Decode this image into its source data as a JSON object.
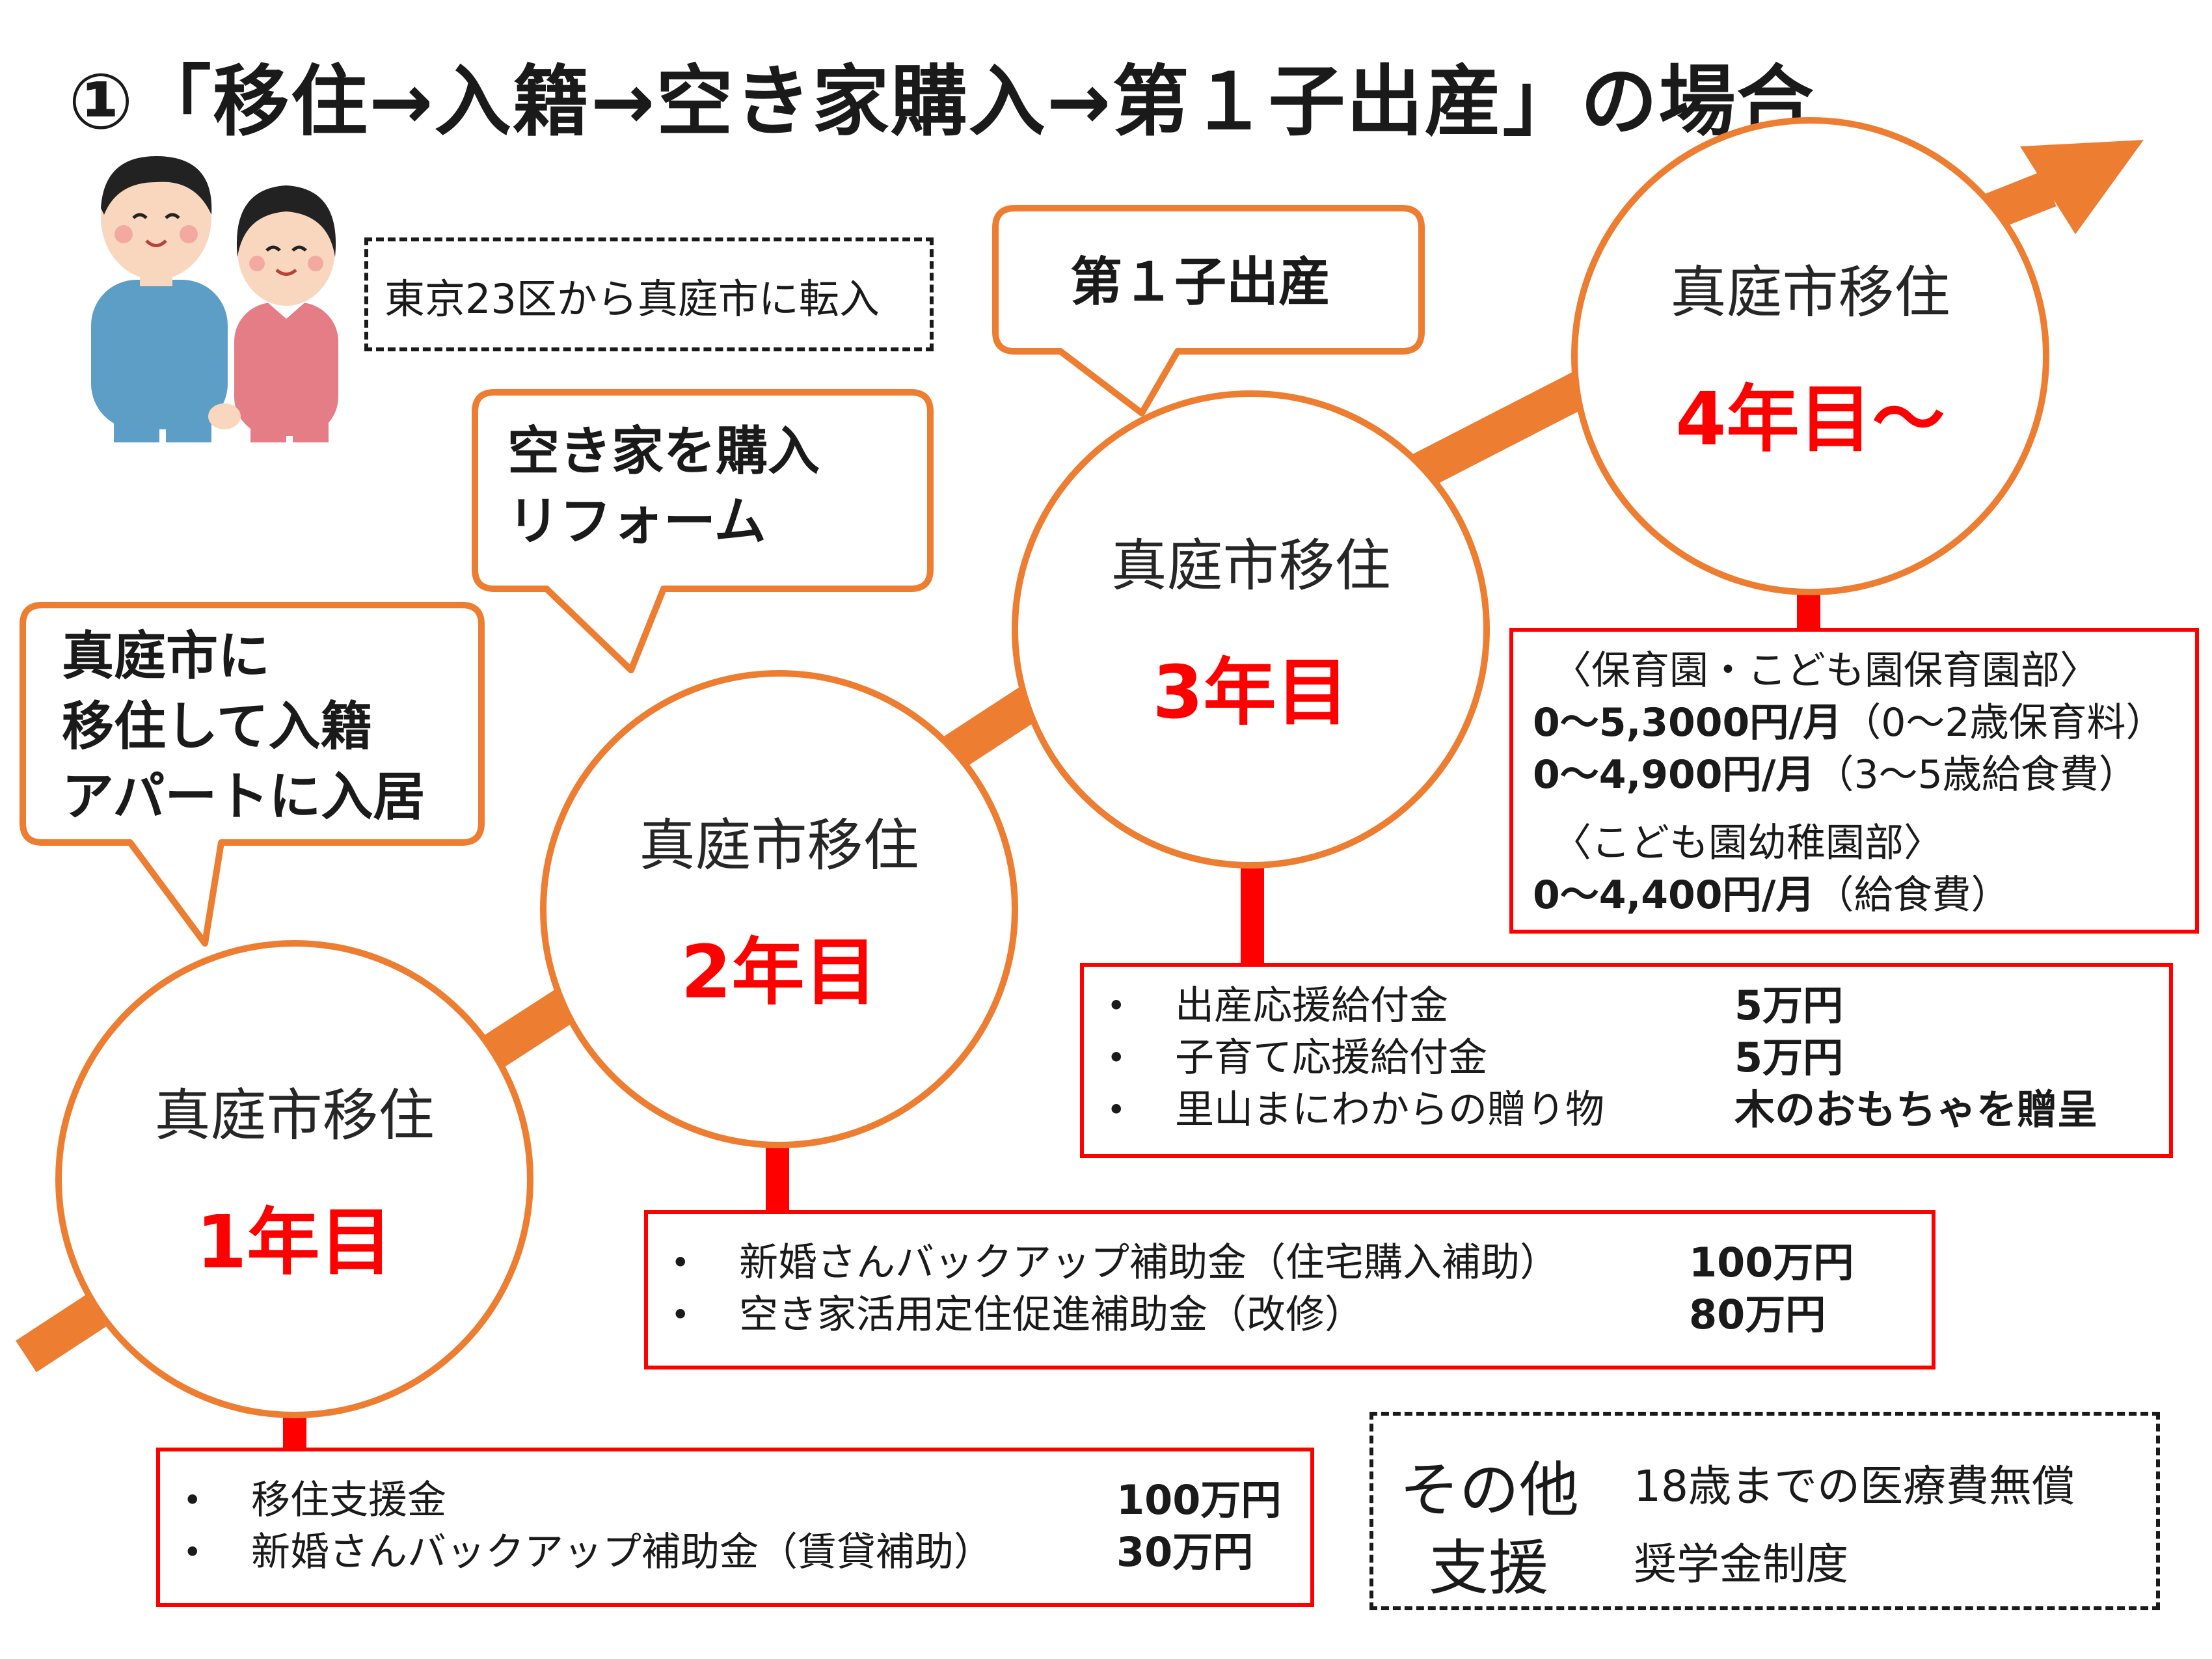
{
  "title": "①「移住→入籍→空き家購入→第１子出産」の場合",
  "transfer_note": "東京23区から真庭市に転入",
  "bubbles": {
    "b1": [
      "真庭市に",
      "移住して入籍",
      "アパートに入居"
    ],
    "b2": [
      "空き家を購入",
      "リフォーム"
    ],
    "b3": [
      "第１子出産"
    ]
  },
  "circles": [
    {
      "location": "真庭市移住",
      "year": "1年目"
    },
    {
      "location": "真庭市移住",
      "year": "2年目"
    },
    {
      "location": "真庭市移住",
      "year": "3年目"
    },
    {
      "location": "真庭市移住",
      "year": "4年目～"
    }
  ],
  "bullet_glyph": "•",
  "year1_support": [
    {
      "label": "移住支援金",
      "amount": "100万円"
    },
    {
      "label": "新婚さんバックアップ補助金（賃貸補助）",
      "amount": "30万円"
    }
  ],
  "year2_support": [
    {
      "label": "新婚さんバックアップ補助金（住宅購入補助）",
      "amount": "100万円"
    },
    {
      "label": "空き家活用定住促進補助金（改修）",
      "amount": "80万円"
    }
  ],
  "year3_support": [
    {
      "label": "出産応援給付金",
      "amount": "5万円"
    },
    {
      "label": "子育て応援給付金",
      "amount": "5万円"
    },
    {
      "label": "里山まにわからの贈り物",
      "amount": "木のおもちゃを贈呈"
    }
  ],
  "year4_support": {
    "heading1": "〈保育園・こども園保育園部〉",
    "line1_amount": "0～5,3000円/月",
    "line1_note": "（0～2歳保育料）",
    "line2_amount": "0～4,900円/月",
    "line2_note": "（3～5歳給食費）",
    "heading2": "〈こども園幼稚園部〉",
    "line3_amount": "0～4,400円/月",
    "line3_note": "（給食費）"
  },
  "other_support": {
    "label_line1": "その他",
    "label_line2": "支援",
    "item1": "18歳までの医療費無償",
    "item2": "奨学金制度"
  },
  "colors": {
    "accent_orange": "#ED7D31",
    "emphasis_red": "#FF0000"
  }
}
